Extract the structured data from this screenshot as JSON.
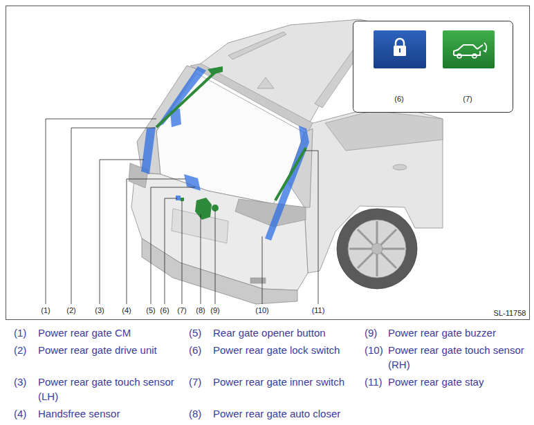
{
  "diagram": {
    "labels": [
      "(6)",
      "(7)",
      "(1)",
      "(2)",
      "(3)",
      "(4)",
      "(5)",
      "(6)",
      "(7)",
      "(8)",
      "(9)",
      "(10)",
      "(11)",
      "SL-11758",
      "(1)",
      "Power rear gate CM",
      "(5)",
      "Rear gate opener button",
      "(9)",
      "Power rear gate buzzer",
      "(2)",
      "Power rear gate drive unit",
      "(6)",
      "Power rear gate lock switch",
      "(10)",
      "Power rear gate touch sensor (RH)",
      "(3)",
      "Power rear gate touch sensor (LH)",
      "(7)",
      "Power rear gate inner switch",
      "(11)",
      "Power rear gate stay",
      "(4)",
      "Handsfree sensor",
      "(8)",
      "Power rear gate auto closer"
    ]
  }
}
